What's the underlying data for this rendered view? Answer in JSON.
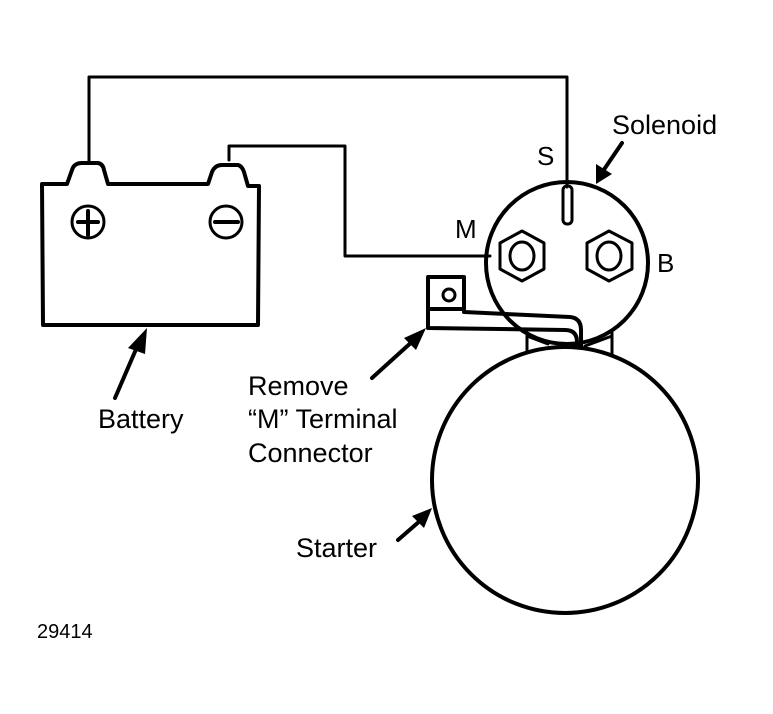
{
  "diagram": {
    "type": "wiring-diagram",
    "components": {
      "battery": {
        "label": "Battery",
        "positive_symbol": "+",
        "negative_symbol": "−"
      },
      "solenoid": {
        "label": "Solenoid",
        "terminals": {
          "s": "S",
          "m": "M",
          "b": "B"
        }
      },
      "starter": {
        "label": "Starter"
      }
    },
    "callouts": {
      "connector_line1": "Remove",
      "connector_line2": "“M” Terminal",
      "connector_line3": "Connector"
    },
    "connections": [
      {
        "from": "battery-positive",
        "to": "solenoid-S"
      },
      {
        "from": "battery-negative",
        "to": "solenoid-M"
      }
    ],
    "figure_number": "29414",
    "colors": {
      "ink": "#000000",
      "background": "#ffffff"
    }
  }
}
